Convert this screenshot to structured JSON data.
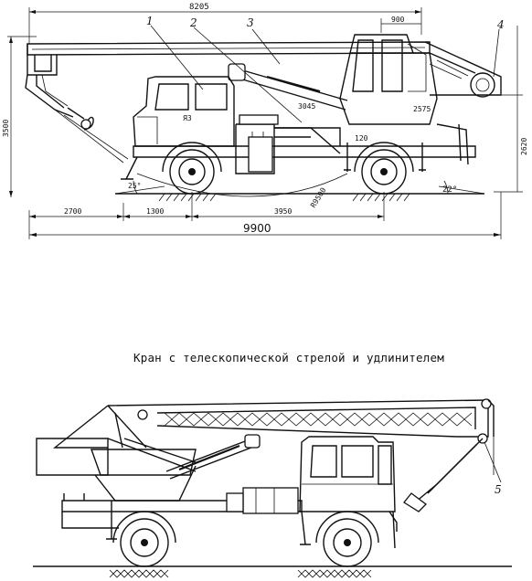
{
  "caption": "Кран с телескопической стрелой и удлинителем",
  "callouts": {
    "n1": "1",
    "n2": "2",
    "n3": "3",
    "n4": "4",
    "n5": "5"
  },
  "dimensions": {
    "overall_top": "8205",
    "boom_tip": "900",
    "height_left": "3500",
    "height_right": "2620",
    "boom_section": "3045",
    "boom_tip_len": "2575",
    "turntable": "120",
    "front_overhang": "2700",
    "wheel_front": "1300",
    "wheelbase": "3950",
    "total_length": "9900",
    "turn_radius": "R9500",
    "angle_front": "25°",
    "angle_rear": "22°"
  }
}
